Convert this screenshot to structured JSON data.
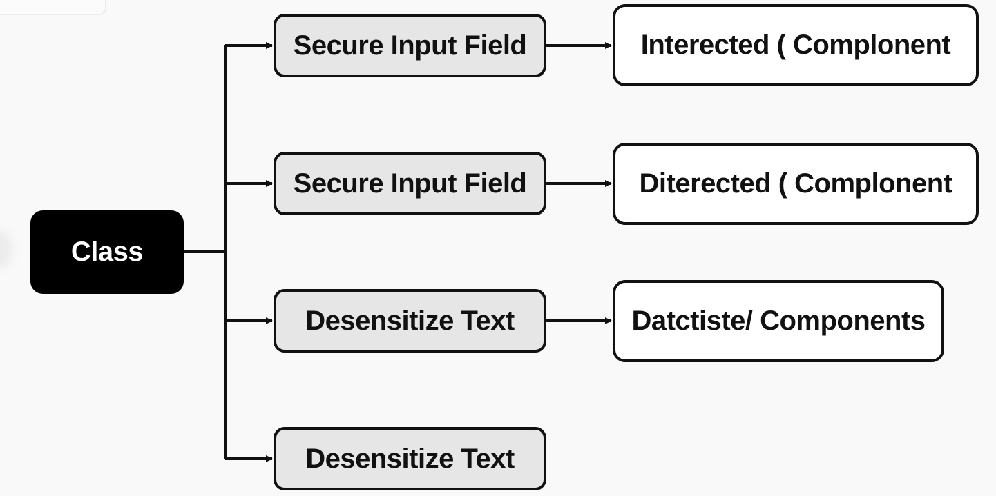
{
  "diagram": {
    "root": {
      "label": "Class"
    },
    "middle": [
      {
        "label": "Secure Input Field"
      },
      {
        "label": "Secure Input Field"
      },
      {
        "label": "Desensitize Text"
      },
      {
        "label": "Desensitize Text"
      }
    ],
    "right": [
      {
        "label": "Interected ( Complonent"
      },
      {
        "label": "Diterected ( Complonent"
      },
      {
        "label": "Datctiste/ Components"
      }
    ],
    "colors": {
      "root_fill": "#000000",
      "middle_fill": "#e6e6e6",
      "right_fill": "#ffffff",
      "stroke": "#111111",
      "background": "#f9f9f9"
    }
  }
}
